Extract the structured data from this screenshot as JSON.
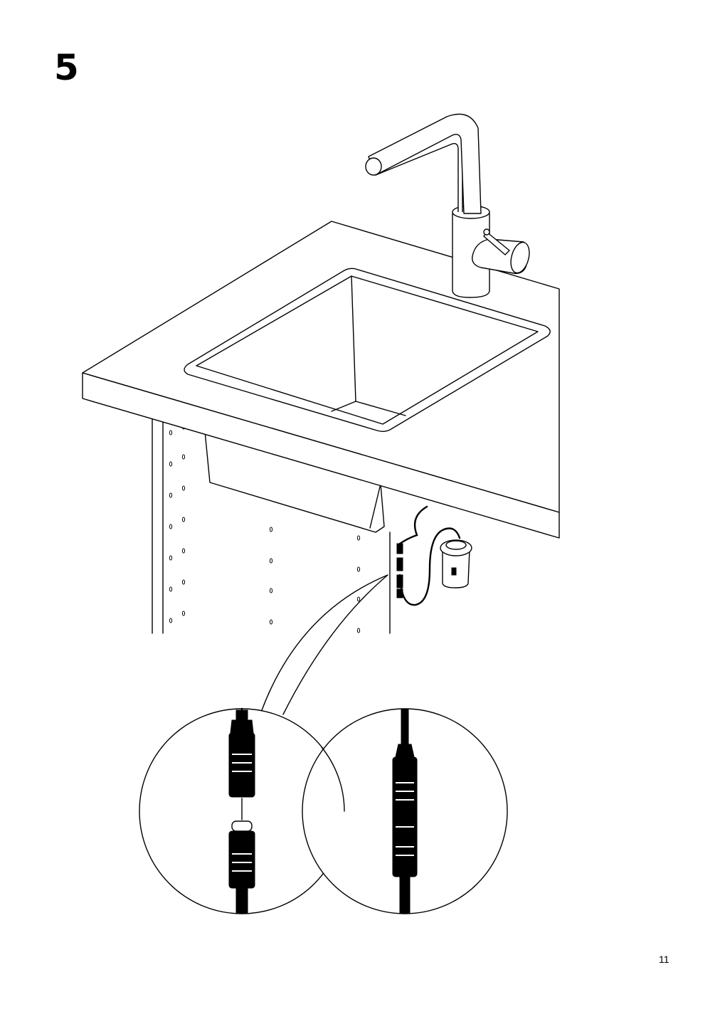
{
  "page": {
    "step_number": "5",
    "page_number": "11"
  },
  "illustration": {
    "items": [
      "countertop",
      "sink",
      "faucet",
      "cabinet",
      "filter-cartridge",
      "cable",
      "connector-detail-separated",
      "connector-detail-connected"
    ]
  }
}
